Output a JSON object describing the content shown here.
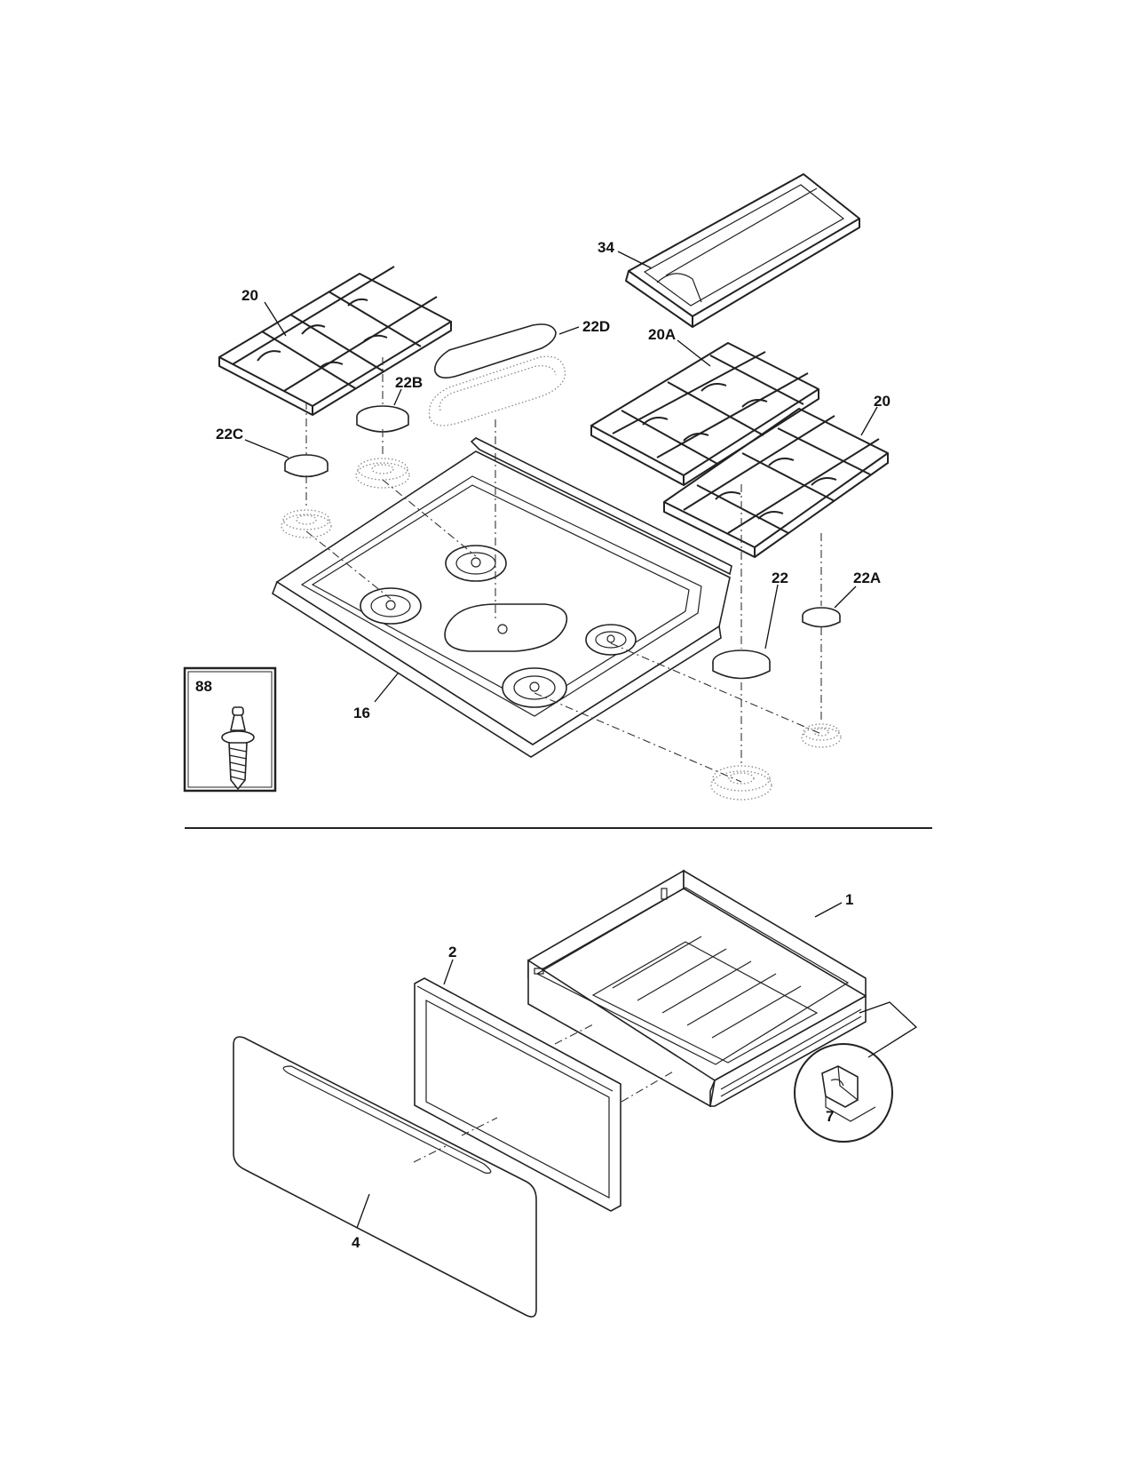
{
  "diagram": {
    "callouts": {
      "top_grate_left": "20",
      "griddle": "34",
      "oval_cap": "22D",
      "center_grate": "20A",
      "right_grate": "20",
      "cap_22b": "22B",
      "cap_22c": "22C",
      "cap_22": "22",
      "cap_22a": "22A",
      "cooktop": "16",
      "screw": "88",
      "drawer_body": "1",
      "drawer_liner": "2",
      "drawer_front": "4",
      "clip": "7"
    }
  }
}
